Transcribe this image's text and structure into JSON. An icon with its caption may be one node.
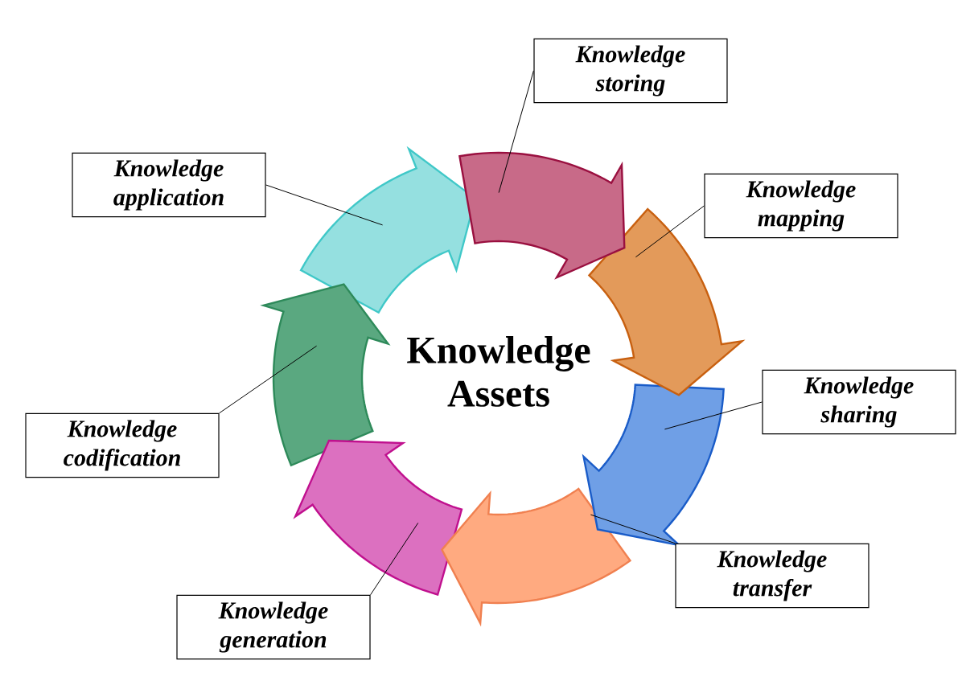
{
  "diagram": {
    "nodes": [
      {
        "text": [
          "Knowledge storing"
        ]
      },
      {
        "text": [
          "Knowledge application"
        ]
      },
      {
        "text": [
          "Knowledge mapping"
        ]
      },
      {
        "text": [
          "Knowledge sharing"
        ]
      },
      {
        "text": [
          "Knowledge codification"
        ]
      },
      {
        "text": [
          "Knowledge transfer"
        ]
      },
      {
        "text": [
          "Knowledge generation"
        ]
      },
      {
        "text": [],
        "shape": "arrow"
      },
      {
        "text": [],
        "shape": "arrow"
      },
      {
        "text": [],
        "shape": "arrow"
      },
      {
        "text": [],
        "shape": "arrow"
      },
      {
        "text": [],
        "shape": "arrow"
      },
      {
        "text": [],
        "shape": "arrow"
      },
      {
        "text": [],
        "shape": "arrow"
      }
    ],
    "edges": [
      {
        "from": 0,
        "to": 7,
        "arrow": "none"
      },
      {
        "from": 2,
        "to": 8,
        "arrow": "none"
      },
      {
        "from": 3,
        "to": 9,
        "arrow": "none"
      },
      {
        "from": 5,
        "to": 10,
        "arrow": "none"
      },
      {
        "from": 6,
        "to": 11,
        "arrow": "none"
      },
      {
        "from": 4,
        "to": 12,
        "arrow": "none"
      },
      {
        "from": 1,
        "to": 13,
        "arrow": "none"
      }
    ],
    "labels": [
      "Knowledge Assets"
    ]
  }
}
